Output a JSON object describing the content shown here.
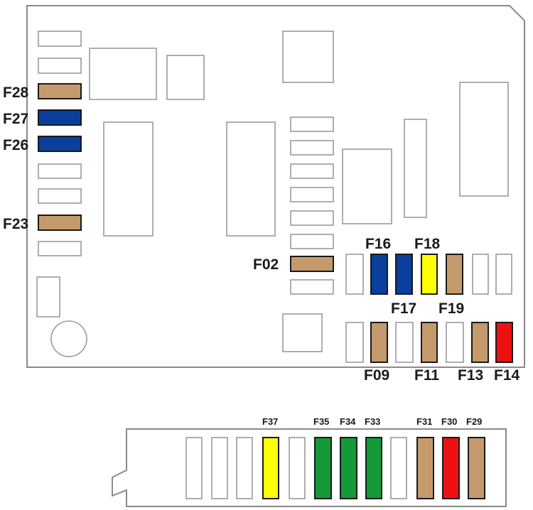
{
  "colors": {
    "tan": "#c49a6c",
    "blue": "#0b3f9e",
    "yellow": "#ffff00",
    "red": "#ee1111",
    "green": "#149a37",
    "empty": "#ffffff"
  },
  "main_box": {
    "fuses": [
      {
        "label": "F28",
        "color": "tan"
      },
      {
        "label": "F27",
        "color": "blue"
      },
      {
        "label": "F26",
        "color": "blue"
      },
      {
        "label": "F23",
        "color": "tan"
      },
      {
        "label": "F02",
        "color": "tan"
      },
      {
        "label": "F16",
        "color": "blue"
      },
      {
        "label": "F17",
        "color": "blue"
      },
      {
        "label": "F18",
        "color": "yellow"
      },
      {
        "label": "F19",
        "color": "tan"
      },
      {
        "label": "F09",
        "color": "tan"
      },
      {
        "label": "F11",
        "color": "tan"
      },
      {
        "label": "F13",
        "color": "tan"
      },
      {
        "label": "F14",
        "color": "red"
      }
    ]
  },
  "secondary_box": {
    "fuses": [
      {
        "label": "F37",
        "color": "yellow"
      },
      {
        "label": "F35",
        "color": "green"
      },
      {
        "label": "F34",
        "color": "green"
      },
      {
        "label": "F33",
        "color": "green"
      },
      {
        "label": "F31",
        "color": "tan"
      },
      {
        "label": "F30",
        "color": "red"
      },
      {
        "label": "F29",
        "color": "tan"
      }
    ]
  }
}
